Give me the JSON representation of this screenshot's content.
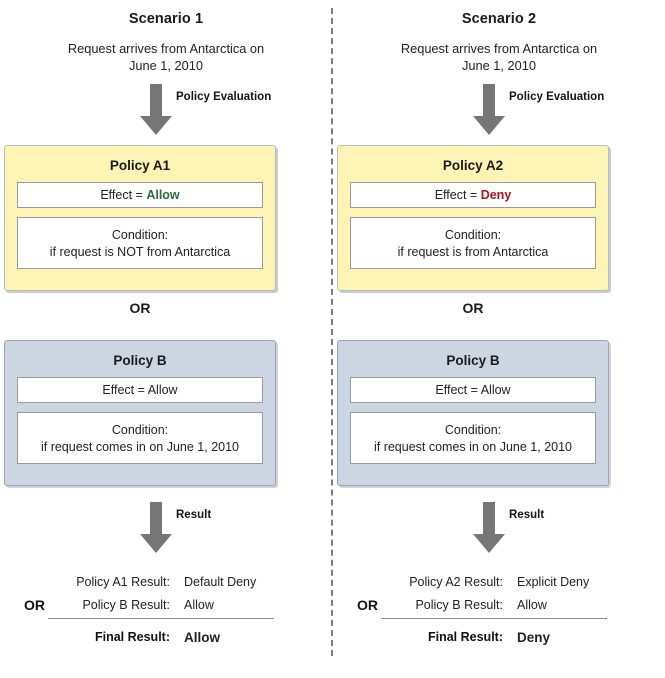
{
  "divider": {
    "style": "vertical-dashed-line"
  },
  "columns": [
    {
      "id": "scenario-1",
      "title": "Scenario 1",
      "subtitle": "Request arrives from Antarctica on\nJune 1, 2010",
      "top_arrow_label": "Policy Evaluation",
      "policy_a": {
        "name": "Policy A1",
        "effect_label": "Effect = ",
        "effect_value": "Allow",
        "effect_value_color": "#2f6b33",
        "effect_value_kind": "allow",
        "condition_title": "Condition:",
        "condition_text": "if request is NOT from Antarctica",
        "fill_color": "#fbf4b4"
      },
      "or_label": "OR",
      "policy_b": {
        "name": "Policy B",
        "effect_label": "Effect = ",
        "effect_value": "Allow",
        "effect_value_kind": "plain",
        "condition_title": "Condition:",
        "condition_text": "if request comes in on June 1, 2010",
        "fill_color": "#ccd6e3"
      },
      "result_arrow_label": "Result",
      "results": {
        "or_label": "OR",
        "rows": [
          {
            "label": "Policy A1 Result:",
            "value": "Default Deny"
          },
          {
            "label": "Policy B Result:",
            "value": "Allow"
          }
        ],
        "final_label": "Final Result:",
        "final_value": "Allow",
        "final_value_color": "#2f6b33",
        "final_value_kind": "allow"
      }
    },
    {
      "id": "scenario-2",
      "title": "Scenario 2",
      "subtitle": "Request arrives from Antarctica on\nJune 1, 2010",
      "top_arrow_label": "Policy Evaluation",
      "policy_a": {
        "name": "Policy A2",
        "effect_label": "Effect = ",
        "effect_value": "Deny",
        "effect_value_color": "#a61421",
        "effect_value_kind": "deny",
        "condition_title": "Condition:",
        "condition_text": "if request is from Antarctica",
        "fill_color": "#fbf4b4"
      },
      "or_label": "OR",
      "policy_b": {
        "name": "Policy B",
        "effect_label": "Effect = ",
        "effect_value": "Allow",
        "effect_value_kind": "plain",
        "condition_title": "Condition:",
        "condition_text": "if request comes in on June 1, 2010",
        "fill_color": "#ccd6e3"
      },
      "result_arrow_label": "Result",
      "results": {
        "or_label": "OR",
        "rows": [
          {
            "label": "Policy A2 Result:",
            "value": "Explicit Deny"
          },
          {
            "label": "Policy B Result:",
            "value": "Allow"
          }
        ],
        "final_label": "Final Result:",
        "final_value": "Deny",
        "final_value_color": "#a61421",
        "final_value_kind": "deny"
      }
    }
  ]
}
